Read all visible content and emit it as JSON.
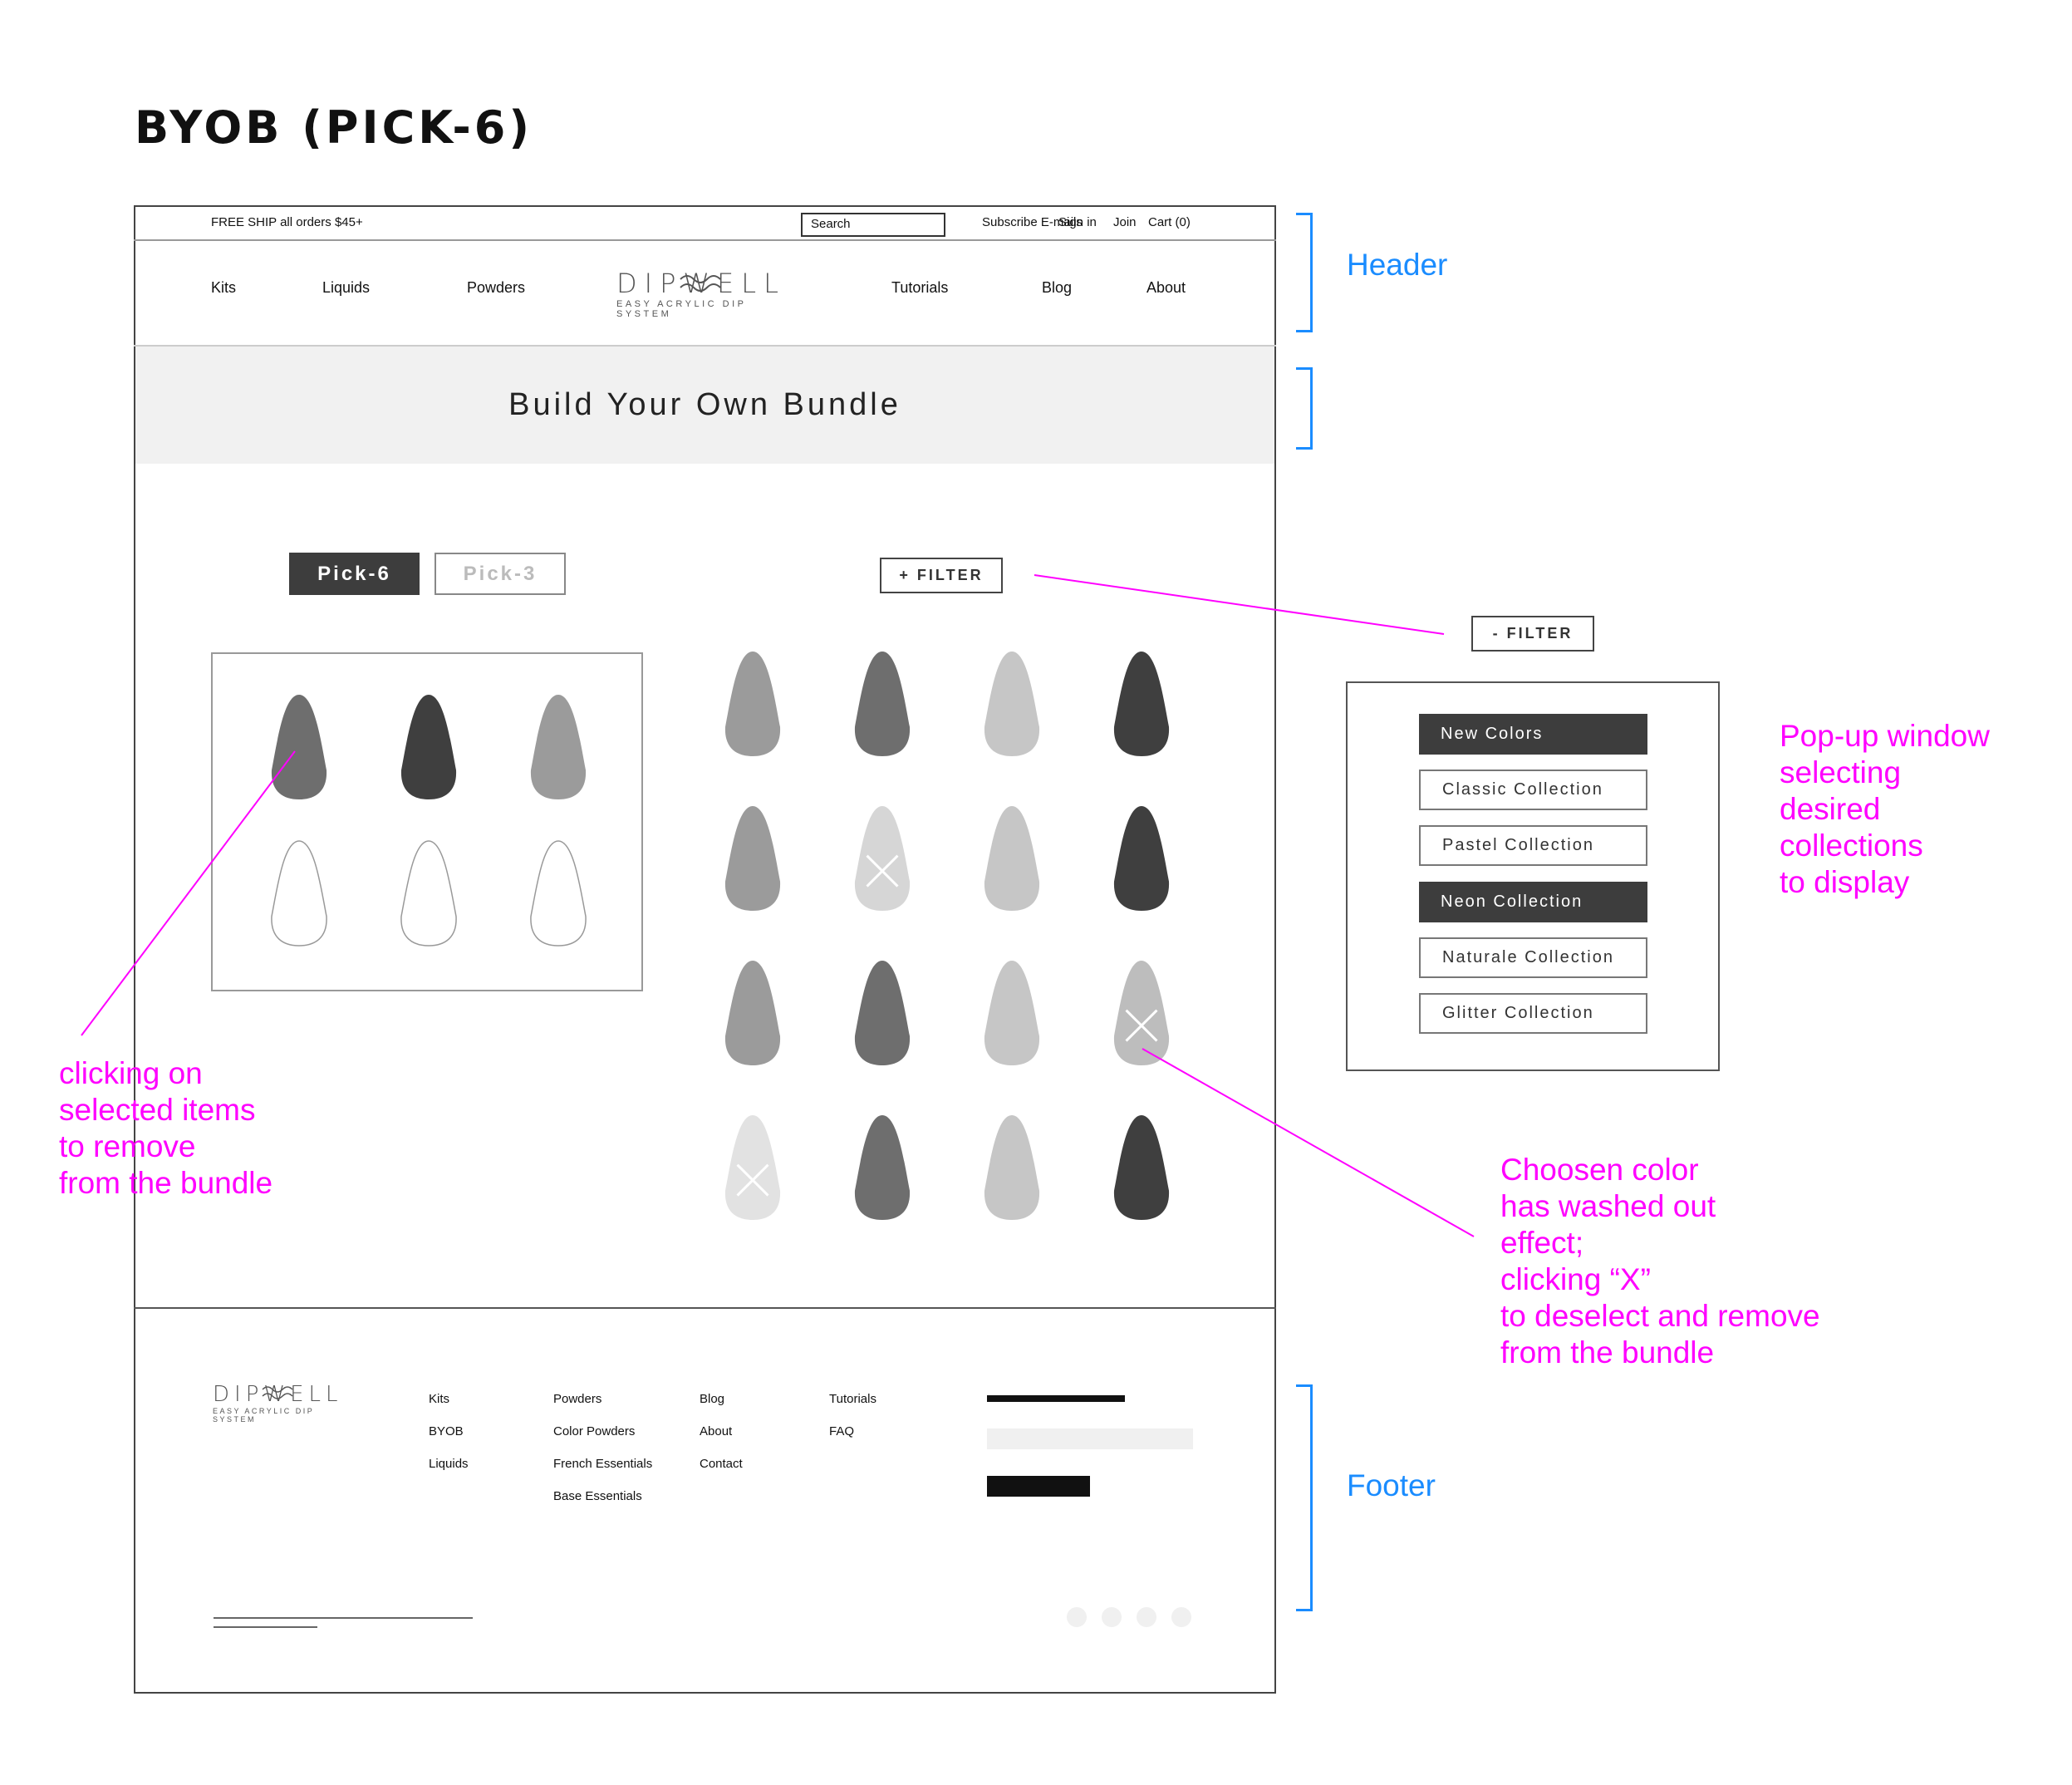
{
  "page_title": "BYOB (PICK-6)",
  "topbar": {
    "promo": "FREE SHIP all orders $45+",
    "search_placeholder": "Search",
    "subscribe": "Subscribe E-mails",
    "signin": "Sign in",
    "join": "Join",
    "cart": "Cart (0)"
  },
  "nav": {
    "items": [
      "Kits",
      "Liquids",
      "Powders",
      "Tutorials",
      "Blog",
      "About"
    ],
    "logo": "DIPWELL",
    "logo_sub": "EASY ACRYLIC DIP SYSTEM"
  },
  "hero": {
    "title": "Build Your Own Bundle"
  },
  "tabs": {
    "pick6": "Pick-6",
    "pick3": "Pick-3"
  },
  "filter": {
    "open_label": "+ FILTER",
    "close_label": "- FILTER"
  },
  "selected_tray": {
    "slots": [
      {
        "color": "#6e6e6e",
        "filled": true
      },
      {
        "color": "#3f3f3f",
        "filled": true
      },
      {
        "color": "#9b9b9b",
        "filled": true
      },
      {
        "filled": false
      },
      {
        "filled": false
      },
      {
        "filled": false
      }
    ]
  },
  "grid": {
    "swatches": [
      {
        "color": "#9b9b9b",
        "chosen": false
      },
      {
        "color": "#6e6e6e",
        "chosen": false
      },
      {
        "color": "#c6c6c6",
        "chosen": false
      },
      {
        "color": "#3f3f3f",
        "chosen": false
      },
      {
        "color": "#9b9b9b",
        "chosen": false
      },
      {
        "color": "#d6d6d6",
        "chosen": true
      },
      {
        "color": "#c6c6c6",
        "chosen": false
      },
      {
        "color": "#3f3f3f",
        "chosen": false
      },
      {
        "color": "#9b9b9b",
        "chosen": false
      },
      {
        "color": "#6e6e6e",
        "chosen": false
      },
      {
        "color": "#c6c6c6",
        "chosen": false
      },
      {
        "color": "#bdbdbd",
        "chosen": true
      },
      {
        "color": "#e2e2e2",
        "chosen": true
      },
      {
        "color": "#6e6e6e",
        "chosen": false
      },
      {
        "color": "#c6c6c6",
        "chosen": false
      },
      {
        "color": "#3f3f3f",
        "chosen": false
      }
    ]
  },
  "collections": [
    {
      "label": "New Colors",
      "active": true
    },
    {
      "label": "Classic Collection",
      "active": false
    },
    {
      "label": "Pastel Collection",
      "active": false
    },
    {
      "label": "Neon Collection",
      "active": true
    },
    {
      "label": "Naturale Collection",
      "active": false
    },
    {
      "label": "Glitter Collection",
      "active": false
    }
  ],
  "footer": {
    "logo": "DIPWELL",
    "logo_sub": "EASY ACRYLIC DIP SYSTEM",
    "col1": [
      "Kits",
      "BYOB",
      "Liquids"
    ],
    "col2": [
      "Powders",
      "Color Powders",
      "French Essentials",
      "Base Essentials"
    ],
    "col3": [
      "Blog",
      "About",
      "Contact"
    ],
    "col4": [
      "Tutorials",
      "FAQ"
    ]
  },
  "annotations": {
    "header": "Header",
    "footer": "Footer",
    "popup": [
      "Pop-up window",
      "selecting",
      "desired",
      "collections",
      "to display"
    ],
    "remove": [
      "clicking on",
      "selected items",
      "to remove",
      "from the bundle"
    ],
    "chosen": [
      "Choosen color",
      "has washed out",
      "effect;",
      "clicking “X”",
      "to deselect and remove",
      "from the bundle"
    ]
  },
  "colors": {
    "annotation_pink": "#ff00ff",
    "annotation_blue": "#1a8cff",
    "button_dark": "#3d3d3d"
  }
}
